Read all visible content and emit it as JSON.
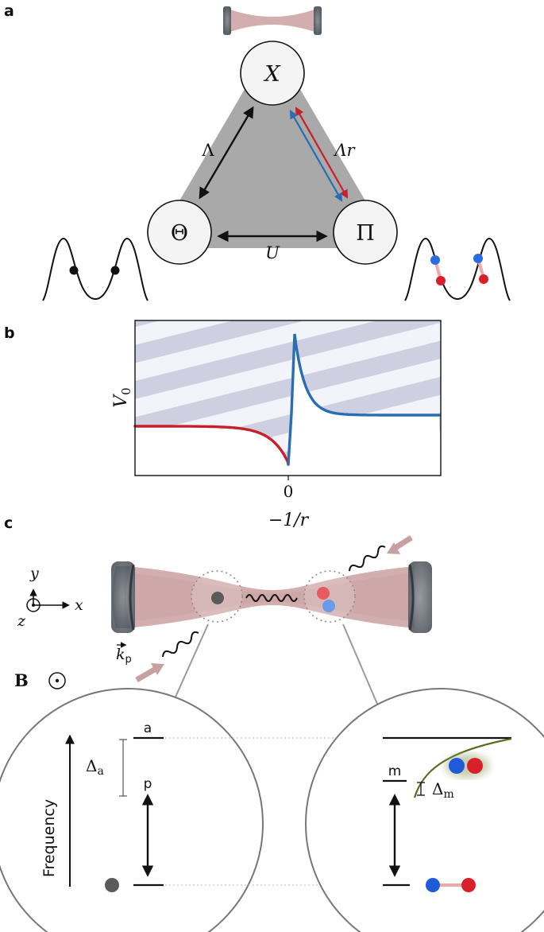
{
  "panels": {
    "a": {
      "label": "a",
      "nodes": {
        "x": "X",
        "theta": "Θ",
        "pi": "Π"
      },
      "edges": {
        "left": "Λ",
        "right": "Λr",
        "bottom": "U"
      }
    },
    "b": {
      "label": "b",
      "ylabel": "V",
      "ylabel_sub": "0",
      "xtick": "0",
      "xlabel": "−1/r"
    },
    "c": {
      "label": "c",
      "axes": {
        "y": "y",
        "x": "x",
        "z": "z"
      },
      "field": "B",
      "wavevector": "k",
      "wavevector_sub": "p",
      "left_zoom": {
        "ylabel": "Frequency",
        "level_top": "a",
        "level_mid": "p",
        "delta": "Δ",
        "delta_sub": "a"
      },
      "right_zoom": {
        "level": "m",
        "delta": "Δ",
        "delta_sub": "m"
      }
    }
  },
  "colors": {
    "red": "#c8202a",
    "blue": "#2a6db0",
    "atom": "#5a5a5a",
    "beam": "#d3aeae",
    "mirror": "#6b7178",
    "triangle": "#a9a9a9",
    "curve_green": "#556b1e"
  },
  "chart_data": {
    "type": "line",
    "title": "",
    "xlabel": "−1/r",
    "ylabel": "V0",
    "xticks": [
      "0"
    ],
    "series": [
      {
        "color": "#c8202a",
        "segment": "left",
        "x": [
          -10,
          -6,
          -4,
          -2,
          -1,
          -0.5,
          -0.25,
          0
        ],
        "y": [
          -0.05,
          -0.1,
          -0.16,
          -0.3,
          -0.45,
          -0.6,
          -0.78,
          -1.0
        ]
      },
      {
        "color": "#2a6db0",
        "segment": "right",
        "x": [
          0,
          0.05,
          0.1,
          0.5,
          1,
          2,
          4,
          10
        ],
        "y": [
          -1.0,
          0.4,
          1.0,
          0.55,
          0.35,
          0.18,
          0.08,
          0.02
        ]
      }
    ]
  }
}
